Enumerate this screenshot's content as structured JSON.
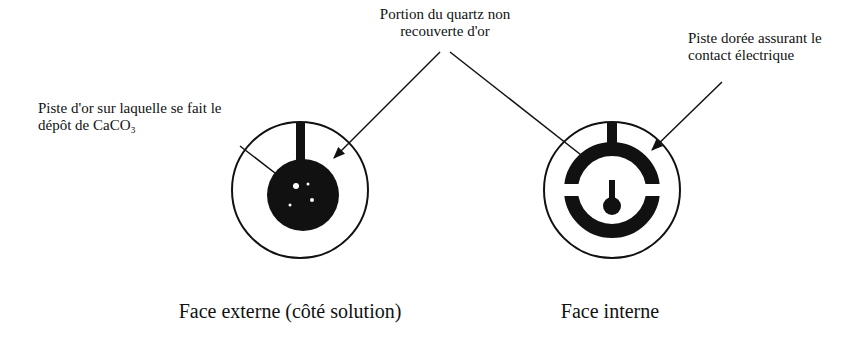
{
  "diagram": {
    "labels": [
      "Portion du quartz non recouverte d'or",
      "Piste dorée assurant le contact électrique",
      "Piste d'or sur laquelle se fait le dépôt de CaCO₃",
      "Face externe (côté solution)",
      "Face interne"
    ]
  }
}
